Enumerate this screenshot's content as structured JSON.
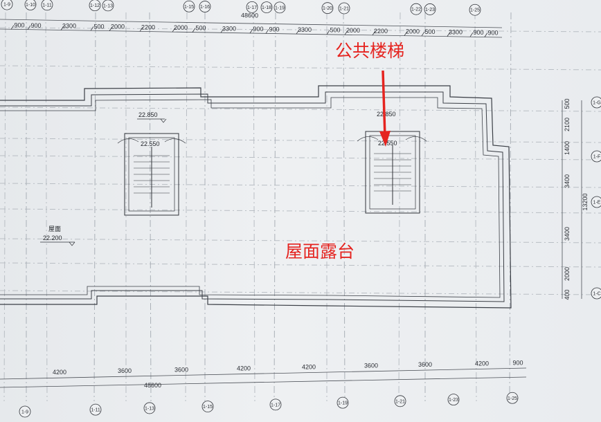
{
  "axes": {
    "top": [
      "1-9",
      "1-10",
      "1-11",
      "1-12",
      "1-13",
      "1-15",
      "1-16",
      "1-17",
      "1-18",
      "1-19",
      "1-20",
      "1-21",
      "1-22",
      "1-23",
      "1-25"
    ],
    "bottom": [
      "1-9",
      "1-11",
      "1-13",
      "1-15",
      "1-17",
      "1-19",
      "1-21",
      "1-23",
      "1-25"
    ],
    "right": [
      "1-G",
      "1-F",
      "1-E",
      "1-C"
    ]
  },
  "top_dims": {
    "overall": "48600",
    "segments": [
      "900",
      "900",
      "3300",
      "500",
      "2000",
      "2200",
      "2000",
      "500",
      "3300",
      "900",
      "900",
      "3300",
      "500",
      "2000",
      "2200",
      "2000",
      "500",
      "3300",
      "900",
      "900"
    ]
  },
  "bottom_dims": {
    "overall": "48600",
    "segments": [
      "4200",
      "3600",
      "3600",
      "4200",
      "4200",
      "3600",
      "3600",
      "4200",
      "900"
    ]
  },
  "right_dims": {
    "segments": [
      "500",
      "2100",
      "1400",
      "3400",
      "3400",
      "2000",
      "400"
    ],
    "overall": "13200"
  },
  "levels": {
    "stair_landing_left": "22.850",
    "stair_landing_right": "22.850",
    "stair_floor_left": "22.550",
    "stair_floor_right": "22.550",
    "roof_label": "屋面",
    "roof_level": "22.200"
  },
  "annotations": {
    "public_stair": "公共楼梯",
    "roof_terrace": "屋面露台"
  },
  "colors": {
    "line": "#3a3e45",
    "annotation": "#e52420"
  }
}
